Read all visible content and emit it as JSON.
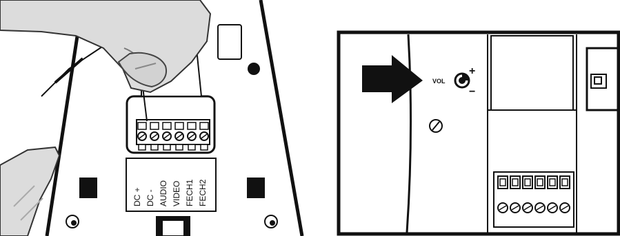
{
  "left_panel": {
    "terminal_labels": [
      "DC +",
      "DC -",
      "AUDIO",
      "VIDEO",
      "FECH1",
      "FECH2"
    ]
  },
  "right_panel": {
    "volume_label": "VOL",
    "plus_sign": "+",
    "minus_sign": "−",
    "arrow_direction": "right"
  },
  "colors": {
    "ink": "#111111",
    "background": "#ffffff",
    "hand": "#dcdcdc",
    "hand_shadow": "#c4c4c4"
  },
  "icons": [
    "hand-icon",
    "wire-icon",
    "screw-terminal-icon",
    "volume-knob-icon",
    "adjust-screw-icon",
    "arrow-icon"
  ]
}
